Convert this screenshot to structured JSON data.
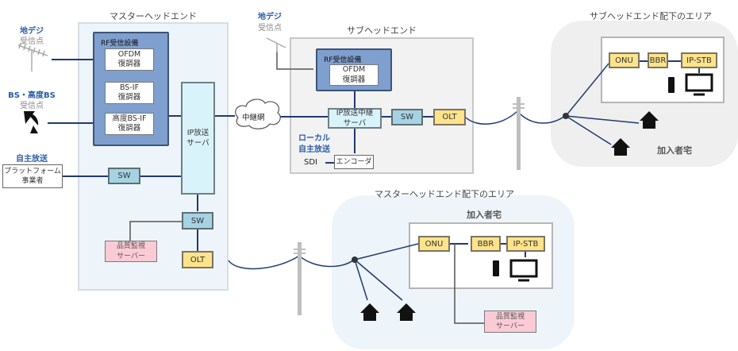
{
  "master_headend": {
    "title": "マスターヘッドエンド",
    "rf_equipment": {
      "title": "RF受信設備",
      "demodulators": [
        {
          "line1": "OFDM",
          "line2": "復調器"
        },
        {
          "line1": "BS-IF",
          "line2": "復調器"
        },
        {
          "line1": "高度BS-IF",
          "line2": "復調器"
        }
      ]
    },
    "ip_server": {
      "line1": "IP放送",
      "line2": "サーバ"
    },
    "sw_top": "SW",
    "sw_bottom": "SW",
    "olt": "OLT",
    "quality_server": {
      "line1": "品質監視",
      "line2": "サーバー"
    }
  },
  "sources": {
    "terrestrial": {
      "title": "地デジ",
      "subtitle": "受信点"
    },
    "bs": {
      "title": "BS・高度BS",
      "subtitle": "受信点"
    },
    "own_broadcast": {
      "title": "自主放送",
      "platform_line1": "プラットフォーム",
      "platform_line2": "事業者"
    }
  },
  "relay_network": "中継網",
  "sub_headend": {
    "title": "サブヘッドエンド",
    "antenna": {
      "title": "地デジ",
      "subtitle": "受信点"
    },
    "rf_equipment": {
      "title": "RF受信設備",
      "demod_line1": "OFDM",
      "demod_line2": "復調器"
    },
    "relay_server": {
      "line1": "IP放送中継",
      "line2": "サーバ"
    },
    "sw": "SW",
    "olt": "OLT",
    "local": {
      "line1": "ローカル",
      "line2": "自主放送"
    },
    "sdi": "SDI",
    "encoder": "エンコーダ"
  },
  "sub_area": {
    "title": "サブヘッドエンド配下のエリア",
    "onu": "ONU",
    "bbr": "BBR",
    "stb": "IP-STB",
    "subscriber_label": "加入者宅"
  },
  "master_area": {
    "title": "マスターヘッドエンド配下のエリア",
    "subscriber_label": "加入者宅",
    "onu": "ONU",
    "bbr": "BBR",
    "stb": "IP-STB",
    "quality_server": {
      "line1": "品質監視",
      "line2": "サーバー"
    }
  },
  "colors": {
    "link_line": "#1f3a73",
    "rf_fill": "#7f9fcf",
    "sw_fill": "#a5d3e3",
    "olt_fill": "#fde38a",
    "quality_fill": "#fbcbd5",
    "label_blue": "#2a5caa"
  }
}
